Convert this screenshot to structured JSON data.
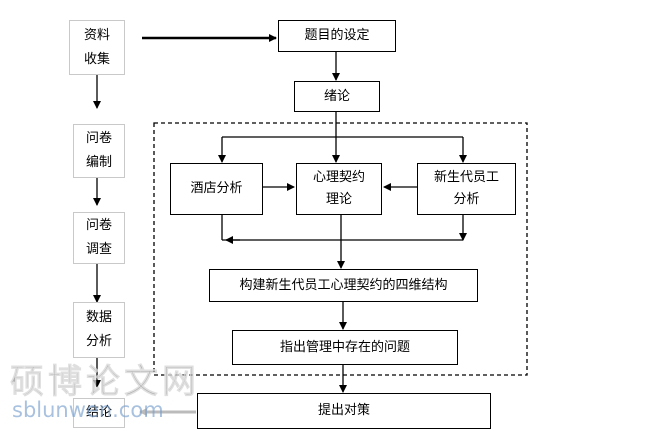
{
  "side_steps": [
    "资料\n收集",
    "问卷\n编制",
    "问卷\n调查",
    "数据\n分析",
    "结论"
  ],
  "main": {
    "topic": "题目的设定",
    "intro": "绪论",
    "hotel": "酒店分析",
    "theory": "心理契约\n理论",
    "employee": "新生代员工\n分析",
    "structure": "构建新生代员工心理契约的四维结构",
    "problems": "指出管理中存在的问题",
    "countermeasures": "提出对策"
  },
  "watermark": {
    "text": "硕博论文网",
    "url": "sblunwen.com"
  }
}
